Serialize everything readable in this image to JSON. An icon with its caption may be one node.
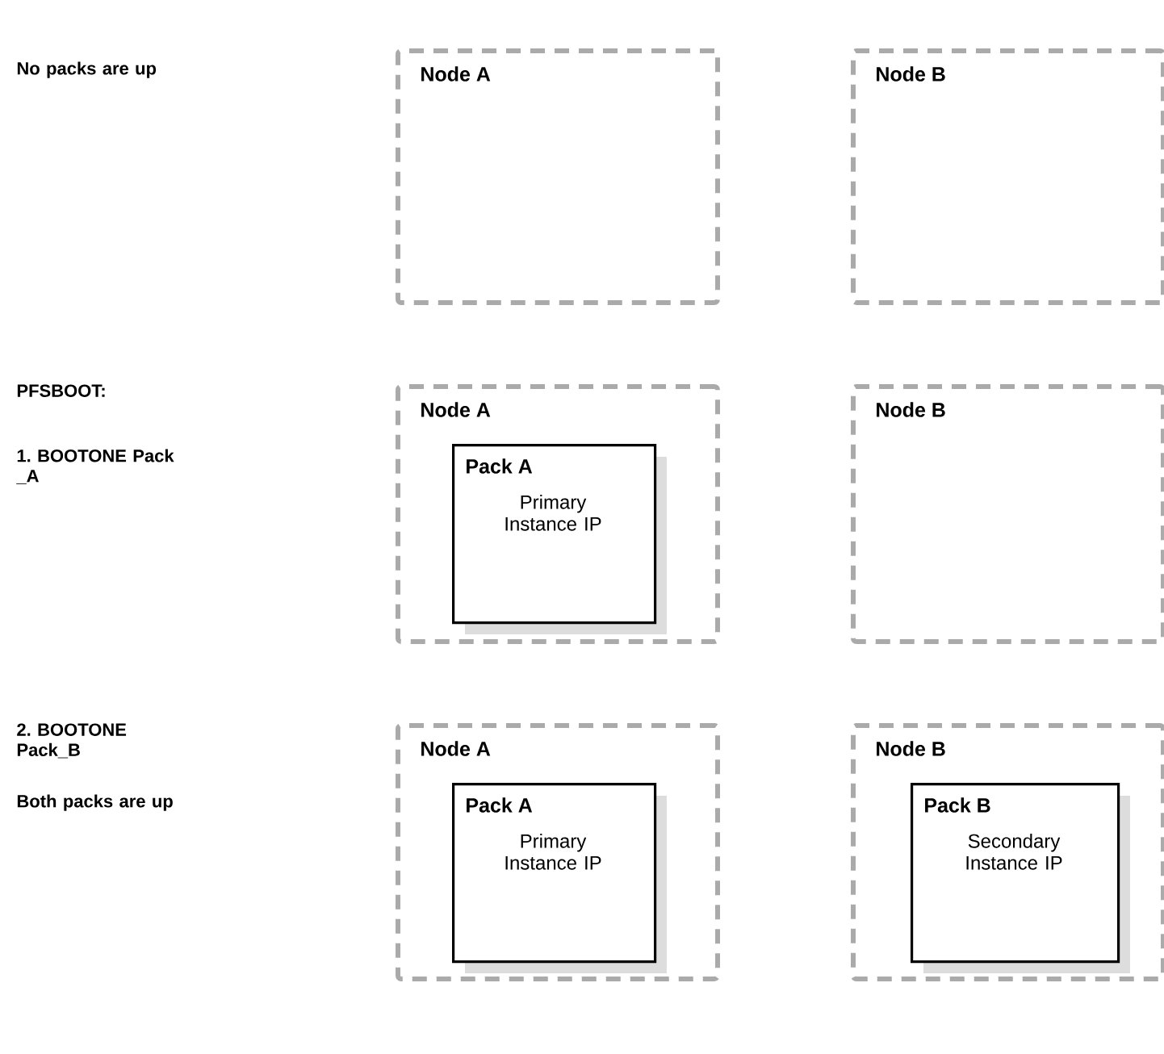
{
  "diagram": {
    "nodes": [
      {
        "text": [
          "Node A"
        ]
      },
      {
        "text": [
          "Node B"
        ]
      },
      {
        "text": [
          "Node A"
        ]
      },
      {
        "text": [
          "Pack A",
          "Primary Instance IP"
        ],
        "in": 2
      },
      {
        "text": [
          "Node B"
        ]
      },
      {
        "text": [
          "Node A"
        ]
      },
      {
        "text": [
          "Pack A",
          "Primary Instance IP"
        ],
        "in": 5
      },
      {
        "text": [
          "Node B"
        ]
      },
      {
        "text": [
          "Pack B",
          "Secondary Instance IP"
        ],
        "in": 7
      }
    ],
    "labels": [
      "No packs are up",
      "PFSBOOT:",
      "1. BOOTONE Pack _A",
      "2. BOOTONE Pack_B",
      "Both packs are up"
    ]
  }
}
